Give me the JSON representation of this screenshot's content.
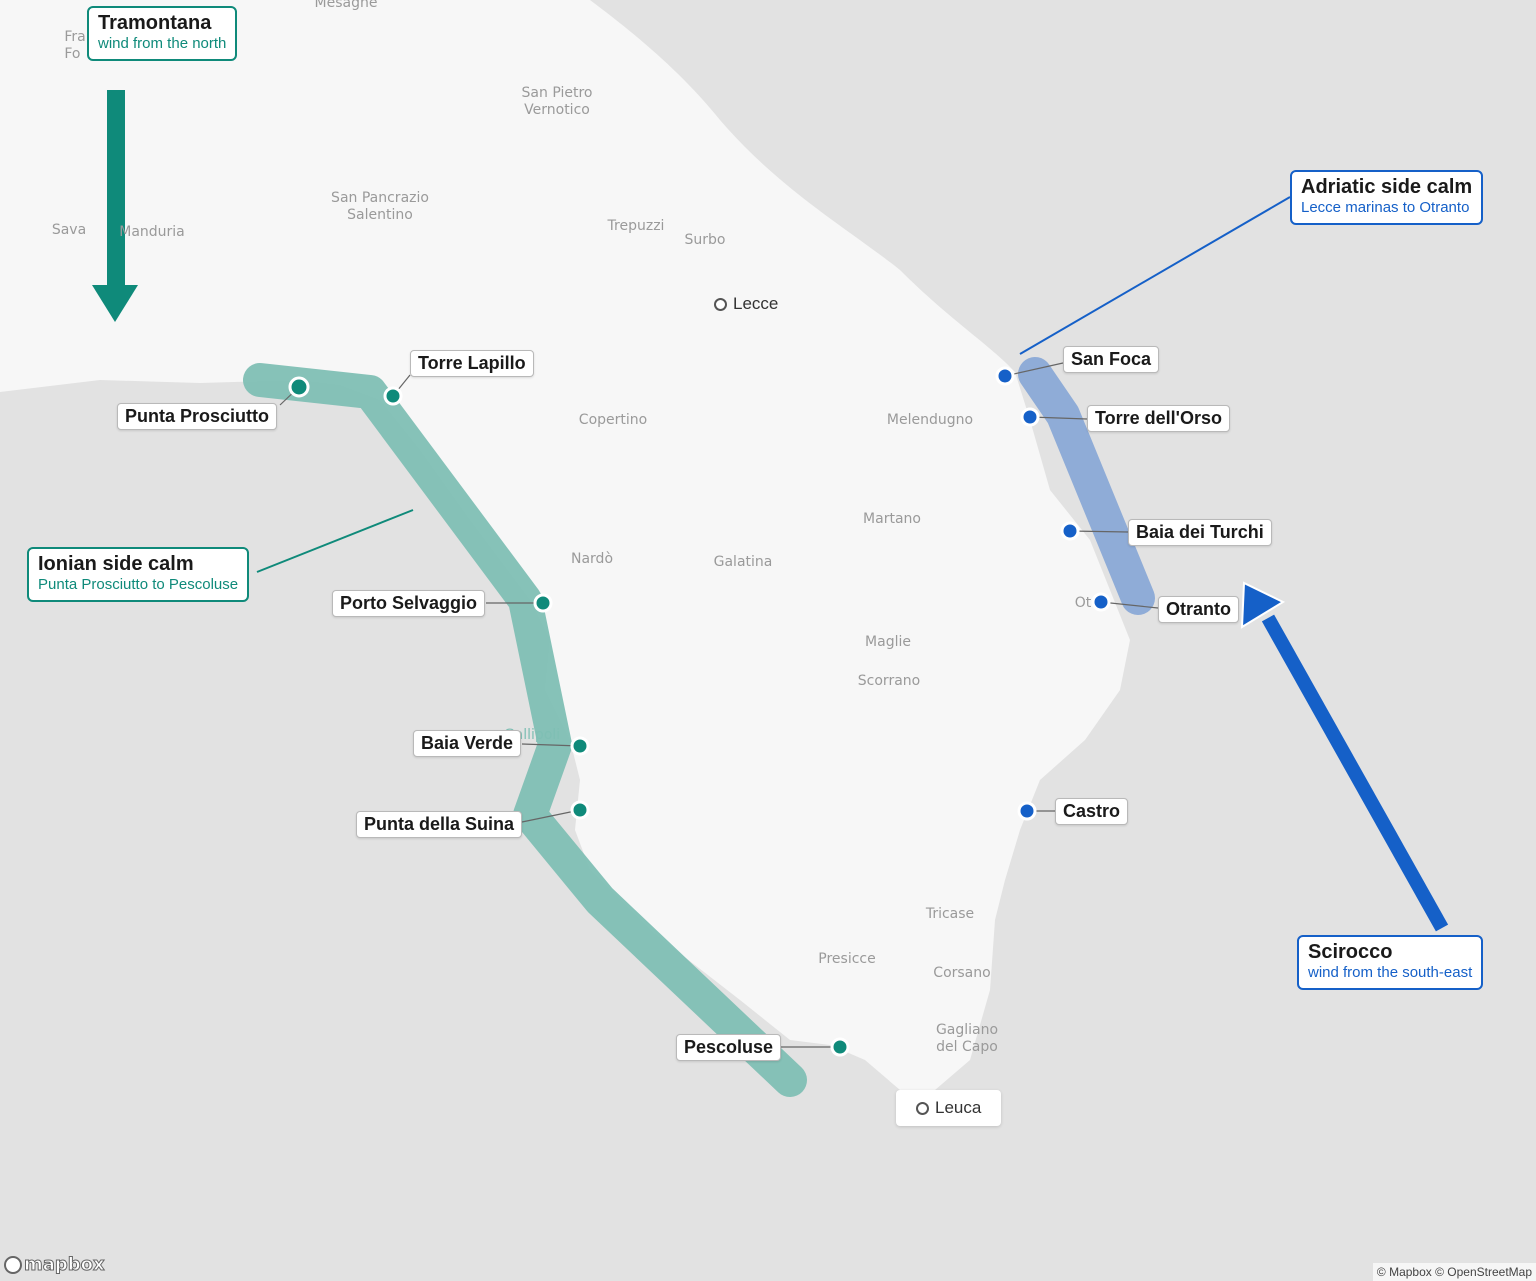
{
  "map": {
    "towns": [
      {
        "id": "mesagne",
        "name": "Mesagne"
      },
      {
        "id": "francavilla",
        "name": "Fra\nFo"
      },
      {
        "id": "san-pietro",
        "name": "San Pietro\nVernotico"
      },
      {
        "id": "san-pancrazio",
        "name": "San Pancrazio\nSalentino"
      },
      {
        "id": "sava",
        "name": "Sava"
      },
      {
        "id": "manduria",
        "name": "Manduria"
      },
      {
        "id": "trepuzzi",
        "name": "Trepuzzi"
      },
      {
        "id": "surbo",
        "name": "Surbo"
      },
      {
        "id": "copertino",
        "name": "Copertino"
      },
      {
        "id": "melendugno",
        "name": "Melendugno"
      },
      {
        "id": "martano",
        "name": "Martano"
      },
      {
        "id": "nardo",
        "name": "Nardò"
      },
      {
        "id": "galatina",
        "name": "Galatina"
      },
      {
        "id": "maglie",
        "name": "Maglie"
      },
      {
        "id": "scorrano",
        "name": "Scorrano"
      },
      {
        "id": "gallipoli",
        "name": "Gallipoli"
      },
      {
        "id": "ot",
        "name": "Ot"
      },
      {
        "id": "tricase",
        "name": "Tricase"
      },
      {
        "id": "presicce",
        "name": "Presicce"
      },
      {
        "id": "corsano",
        "name": "Corsano"
      },
      {
        "id": "gagliano",
        "name": "Gagliano\ndel Capo"
      }
    ],
    "cities": {
      "lecce": "Lecce",
      "leuca": "Leuca"
    },
    "ionian_spots": [
      "Punta Prosciutto",
      "Torre Lapillo",
      "Porto Selvaggio",
      "Baia Verde",
      "Punta della Suina",
      "Pescoluse"
    ],
    "adriatic_spots": [
      "San Foca",
      "Torre dell'Orso",
      "Baia dei Turchi",
      "Otranto",
      "Castro"
    ],
    "colors": {
      "teal": "#0f8a7a",
      "teal_route": "#7fbfb4",
      "blue": "#1560c8",
      "blue_route": "#8aa9d6",
      "land": "#f7f7f7",
      "sea": "#e2e2e2"
    }
  },
  "callouts": {
    "tramontana": {
      "title": "Tramontana",
      "subtitle": "wind from the north"
    },
    "ionian": {
      "title": "Ionian side calm",
      "subtitle": "Punta Prosciutto to Pescoluse"
    },
    "adriatic": {
      "title": "Adriatic side calm",
      "subtitle": "Lecce marinas to Otranto"
    },
    "scirocco": {
      "title": "Scirocco",
      "subtitle": "wind from the south-east"
    }
  },
  "attribution": {
    "logo": "mapbox",
    "text": "© Mapbox © OpenStreetMap"
  }
}
